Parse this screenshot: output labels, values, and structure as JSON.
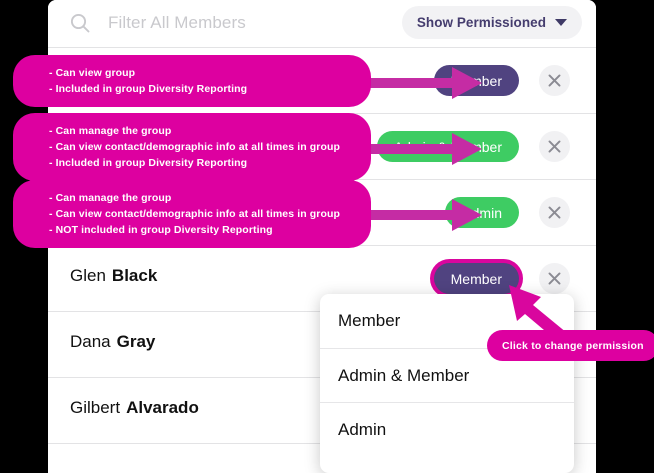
{
  "header": {
    "search_placeholder": "Filter All Members",
    "search_icon": "search-icon",
    "filter_button_label": "Show Permissioned",
    "caret_icon": "chevron-down-icon"
  },
  "colors": {
    "magenta": "#dd00a0",
    "arrow_magenta": "#c52ca4",
    "purple_badge": "#504380",
    "green_badge": "#3ecc63",
    "filter_text": "#453d6e",
    "row_divider": "#e3e3e5",
    "page_background": "#000000",
    "card_background": "#ffffff"
  },
  "callouts": [
    {
      "id": "callout-member",
      "lines": [
        "- Can view group",
        "- Included in group Diversity Reporting"
      ]
    },
    {
      "id": "callout-admin-member",
      "lines": [
        "- Can manage the group",
        "- Can view contact/demographic info at all times in group",
        "- Included in group Diversity Reporting"
      ]
    },
    {
      "id": "callout-admin",
      "lines": [
        "- Can manage the group",
        "- Can view contact/demographic info at all times in group",
        "- NOT included in group Diversity Reporting"
      ]
    }
  ],
  "rows": [
    {
      "first_name": "",
      "last_name": "",
      "badge_label": "Member",
      "badge_type": "member",
      "remove_icon": "close-icon"
    },
    {
      "first_name": "",
      "last_name": "",
      "badge_label": "Admin & Member",
      "badge_type": "adminmember",
      "remove_icon": "close-icon"
    },
    {
      "first_name": "",
      "last_name": "",
      "badge_label": "Admin",
      "badge_type": "admin",
      "remove_icon": "close-icon"
    },
    {
      "first_name": "Glen",
      "last_name": "Black",
      "badge_label": "Member",
      "badge_type": "member",
      "remove_icon": "close-icon"
    },
    {
      "first_name": "Dana",
      "last_name": "Gray",
      "badge_label": "",
      "badge_type": "",
      "remove_icon": ""
    },
    {
      "first_name": "Gilbert",
      "last_name": "Alvarado",
      "badge_label": "",
      "badge_type": "",
      "remove_icon": ""
    }
  ],
  "dropdown": {
    "options": [
      "Member",
      "Admin & Member",
      "Admin"
    ]
  },
  "tip": {
    "text": "Click to change permission"
  }
}
